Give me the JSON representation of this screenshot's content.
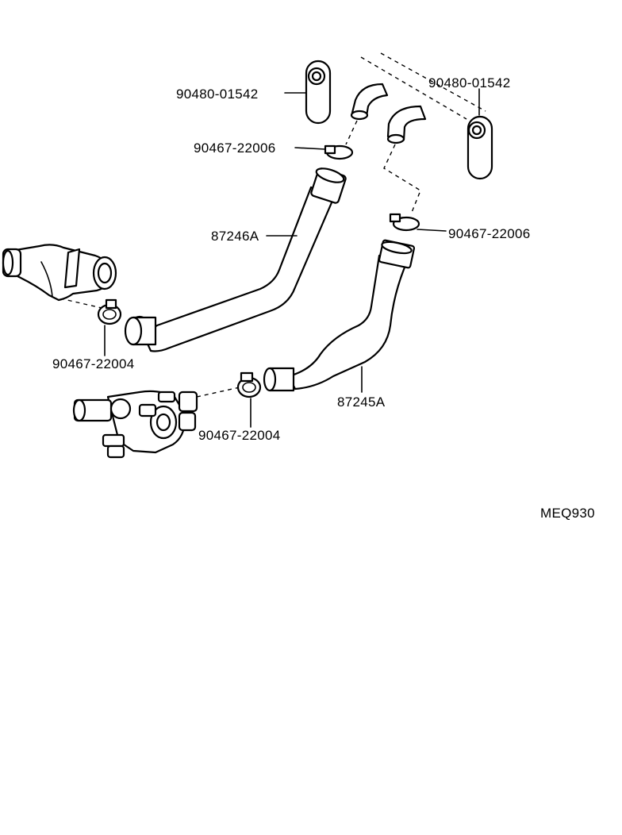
{
  "labels": {
    "grommet_left": "90480-01542",
    "grommet_right": "90480-01542",
    "clamp_upper_left": "90467-22006",
    "clamp_upper_right": "90467-22006",
    "hose_upper": "87246A",
    "hose_lower": "87245A",
    "clamp_lower_left": "90467-22004",
    "clamp_lower_right": "90467-22004",
    "diagram_code": "MEQ930"
  }
}
